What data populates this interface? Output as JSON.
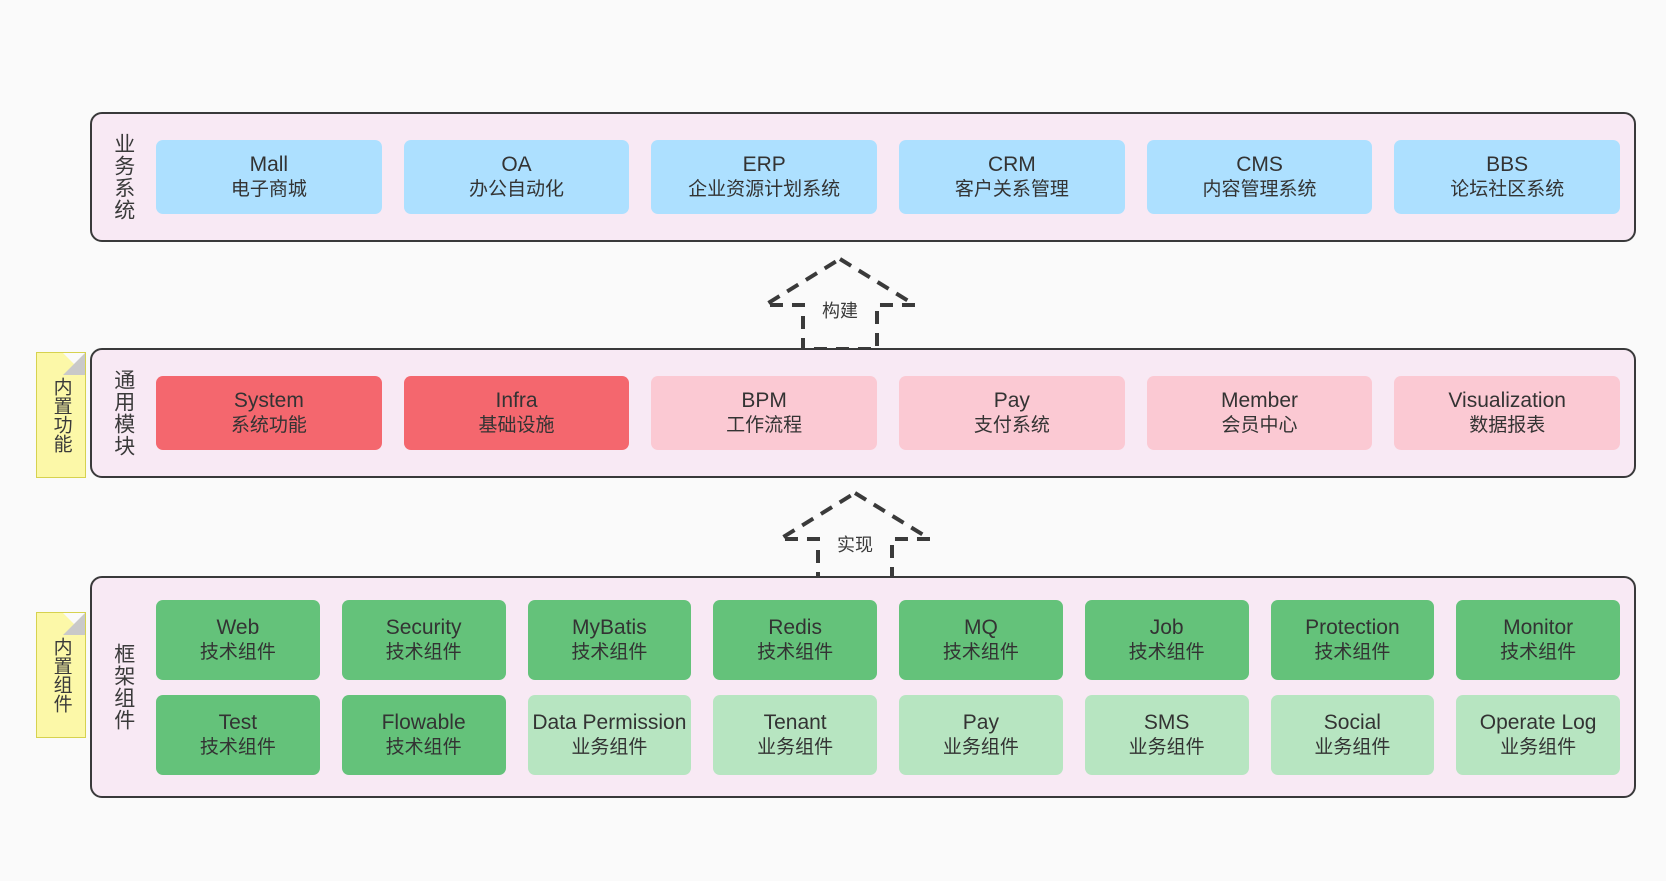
{
  "diagram": {
    "background_color": "#fafafa",
    "layer_bg_color": "#f8e9f4",
    "layer_border_color": "#39393a",
    "sticky_color": "#fcf8a8"
  },
  "layers": [
    {
      "id": "business",
      "title": "业务系统",
      "rows": [
        {
          "cards": [
            {
              "en": "Mall",
              "cn": "电子商城",
              "color": "#ade0ff"
            },
            {
              "en": "OA",
              "cn": "办公自动化",
              "color": "#ade0ff"
            },
            {
              "en": "ERP",
              "cn": "企业资源计划系统",
              "color": "#ade0ff"
            },
            {
              "en": "CRM",
              "cn": "客户关系管理",
              "color": "#ade0ff"
            },
            {
              "en": "CMS",
              "cn": "内容管理系统",
              "color": "#ade0ff"
            },
            {
              "en": "BBS",
              "cn": "论坛社区系统",
              "color": "#ade0ff"
            }
          ]
        }
      ]
    },
    {
      "id": "common",
      "title": "通用模块",
      "sticky": "内置功能",
      "rows": [
        {
          "cards": [
            {
              "en": "System",
              "cn": "系统功能",
              "color": "#f4676e"
            },
            {
              "en": "Infra",
              "cn": "基础设施",
              "color": "#f4676e"
            },
            {
              "en": "BPM",
              "cn": "工作流程",
              "color": "#fbc9d3"
            },
            {
              "en": "Pay",
              "cn": "支付系统",
              "color": "#fbc9d3"
            },
            {
              "en": "Member",
              "cn": "会员中心",
              "color": "#fbc9d3"
            },
            {
              "en": "Visualization",
              "cn": "数据报表",
              "color": "#fbc9d3"
            }
          ]
        }
      ]
    },
    {
      "id": "framework",
      "title": "框架组件",
      "sticky": "内置组件",
      "rows": [
        {
          "cards": [
            {
              "en": "Web",
              "cn": "技术组件",
              "color": "#64c27a"
            },
            {
              "en": "Security",
              "cn": "技术组件",
              "color": "#64c27a"
            },
            {
              "en": "MyBatis",
              "cn": "技术组件",
              "color": "#64c27a"
            },
            {
              "en": "Redis",
              "cn": "技术组件",
              "color": "#64c27a"
            },
            {
              "en": "MQ",
              "cn": "技术组件",
              "color": "#64c27a"
            },
            {
              "en": "Job",
              "cn": "技术组件",
              "color": "#64c27a"
            },
            {
              "en": "Protection",
              "cn": "技术组件",
              "color": "#64c27a"
            },
            {
              "en": "Monitor",
              "cn": "技术组件",
              "color": "#64c27a"
            }
          ]
        },
        {
          "cards": [
            {
              "en": "Test",
              "cn": "技术组件",
              "color": "#64c27a"
            },
            {
              "en": "Flowable",
              "cn": "技术组件",
              "color": "#64c27a"
            },
            {
              "en": "Data Permission",
              "cn": "业务组件",
              "color": "#b7e5c1"
            },
            {
              "en": "Tenant",
              "cn": "业务组件",
              "color": "#b7e5c1"
            },
            {
              "en": "Pay",
              "cn": "业务组件",
              "color": "#b7e5c1"
            },
            {
              "en": "SMS",
              "cn": "业务组件",
              "color": "#b7e5c1"
            },
            {
              "en": "Social",
              "cn": "业务组件",
              "color": "#b7e5c1"
            },
            {
              "en": "Operate Log",
              "cn": "业务组件",
              "color": "#b7e5c1"
            }
          ]
        }
      ]
    }
  ],
  "arrows": [
    {
      "id": "build",
      "label": "构建",
      "direction": "up",
      "style": "dashed-hollow"
    },
    {
      "id": "impl",
      "label": "实现",
      "direction": "up",
      "style": "dashed-hollow"
    }
  ]
}
